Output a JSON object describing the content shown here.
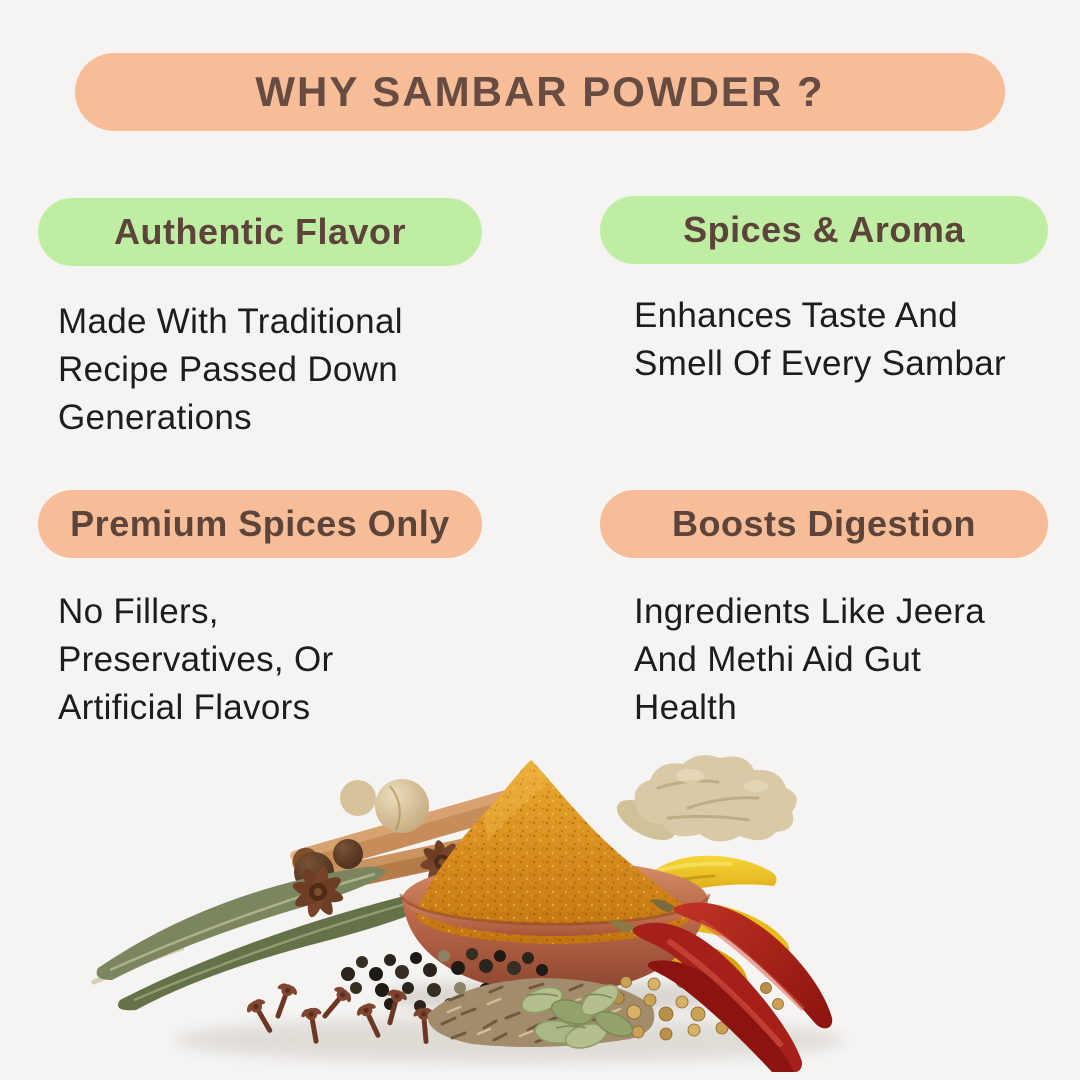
{
  "theme": {
    "background": "#f5f4f2",
    "pill_green": "#c0eda4",
    "pill_peach": "#f6bd98",
    "pill_text": "#5d443b",
    "heading_text": "#684c41",
    "body_text": "#1e1d1b"
  },
  "header": {
    "title": "WHY SAMBAR POWDER ?",
    "pill_color": "#f6bd98"
  },
  "cards": [
    {
      "title": "Authentic Flavor",
      "body": "Made With Traditional\nRecipe Passed Down\nGenerations",
      "pill_color": "#c0eda4"
    },
    {
      "title": "Spices & Aroma",
      "body": "Enhances Taste And\nSmell Of Every Sambar",
      "pill_color": "#c0eda4"
    },
    {
      "title": "Premium Spices Only",
      "body": "No Fillers,\nPreservatives, Or\nArtificial Flavors",
      "pill_color": "#f6bd98"
    },
    {
      "title": "Boosts Digestion",
      "body": "Ingredients Like Jeera\nAnd Methi Aid Gut\nHealth",
      "pill_color": "#f6bd98"
    }
  ],
  "image": {
    "alt": "Terracotta bowl heaped with orange sambar powder surrounded by whole spices: dried ginger, turmeric fingers, red chilies, coriander seeds, green cardamom, cumin seeds, cloves, black peppercorns, bay leaves, star anise, cinnamon sticks and nutmeg"
  }
}
